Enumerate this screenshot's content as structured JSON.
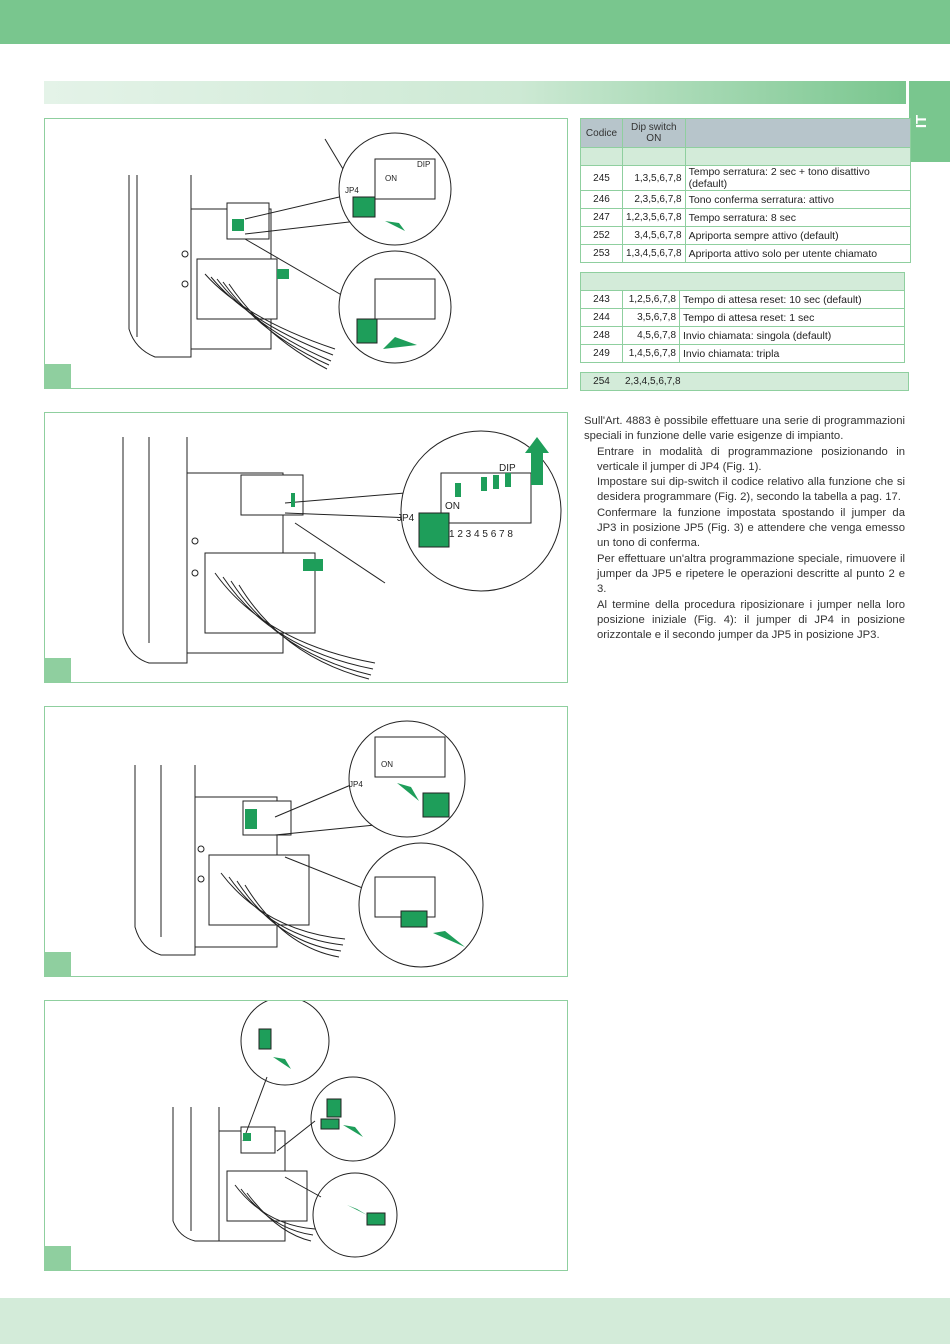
{
  "language_tab": "IT",
  "table_main": {
    "headers": {
      "codice": "Codice",
      "dip_switch": "Dip switch ON"
    },
    "rows": [
      {
        "code": "245",
        "dip": "1,3,5,6,7,8",
        "desc": "Tempo serratura: 2 sec + tono disattivo (default)"
      },
      {
        "code": "246",
        "dip": "2,3,5,6,7,8",
        "desc": "Tono conferma serratura: attivo"
      },
      {
        "code": "247",
        "dip": "1,2,3,5,6,7,8",
        "desc": "Tempo serratura: 8 sec"
      },
      {
        "code": "252",
        "dip": "3,4,5,6,7,8",
        "desc": "Apriporta sempre attivo (default)"
      },
      {
        "code": "253",
        "dip": "1,3,4,5,6,7,8",
        "desc": "Apriporta attivo solo per utente chiamato"
      }
    ]
  },
  "table_second": {
    "rows": [
      {
        "code": "243",
        "dip": "1,2,5,6,7,8",
        "desc": "Tempo di attesa reset: 10 sec (default)"
      },
      {
        "code": "244",
        "dip": "3,5,6,7,8",
        "desc": "Tempo di attesa reset: 1 sec"
      },
      {
        "code": "248",
        "dip": "4,5,6,7,8",
        "desc": "Invio chiamata: singola (default)"
      },
      {
        "code": "249",
        "dip": "1,4,5,6,7,8",
        "desc": "Invio chiamata: tripla"
      }
    ]
  },
  "table_third": {
    "code": "254",
    "dip": "2,3,4,5,6,7,8"
  },
  "body": {
    "intro": "Sull'Art. 4883 è possibile effettuare una serie di programmazioni speciali in funzione delle varie esigenze di impianto.",
    "step1": "Entrare in modalità di programmazione posizionando in verticale il jumper di JP4 (Fig. 1).",
    "step2": "Impostare sui dip-switch il codice relativo alla funzione che si desidera programmare (Fig. 2), secondo la tabella a pag. 17.",
    "step3": "Confermare la funzione impostata spostando il jumper da JP3 in posizione JP5 (Fig. 3) e attendere che venga emesso un tono di conferma.",
    "step4": "Per effettuare un'altra programmazione speciale, rimuovere il jumper da JP5 e ripetere le operazioni descritte al punto 2 e 3.",
    "step5": "Al termine della procedura riposizionare i jumper nella loro posizione iniziale (Fig. 4): il jumper di JP4 in posizione orizzontale e il secondo jumper da JP5 in posizione JP3."
  },
  "figure_labels": {
    "on": "ON",
    "dip": "DIP",
    "jp4": "JP4",
    "numbers": "1 2 3 4 5 6 7 8"
  },
  "colors": {
    "accent": "#79c68e",
    "border": "#8fcf9f",
    "jumper": "#1e9e5a",
    "header_grey": "#b7c5cb"
  }
}
